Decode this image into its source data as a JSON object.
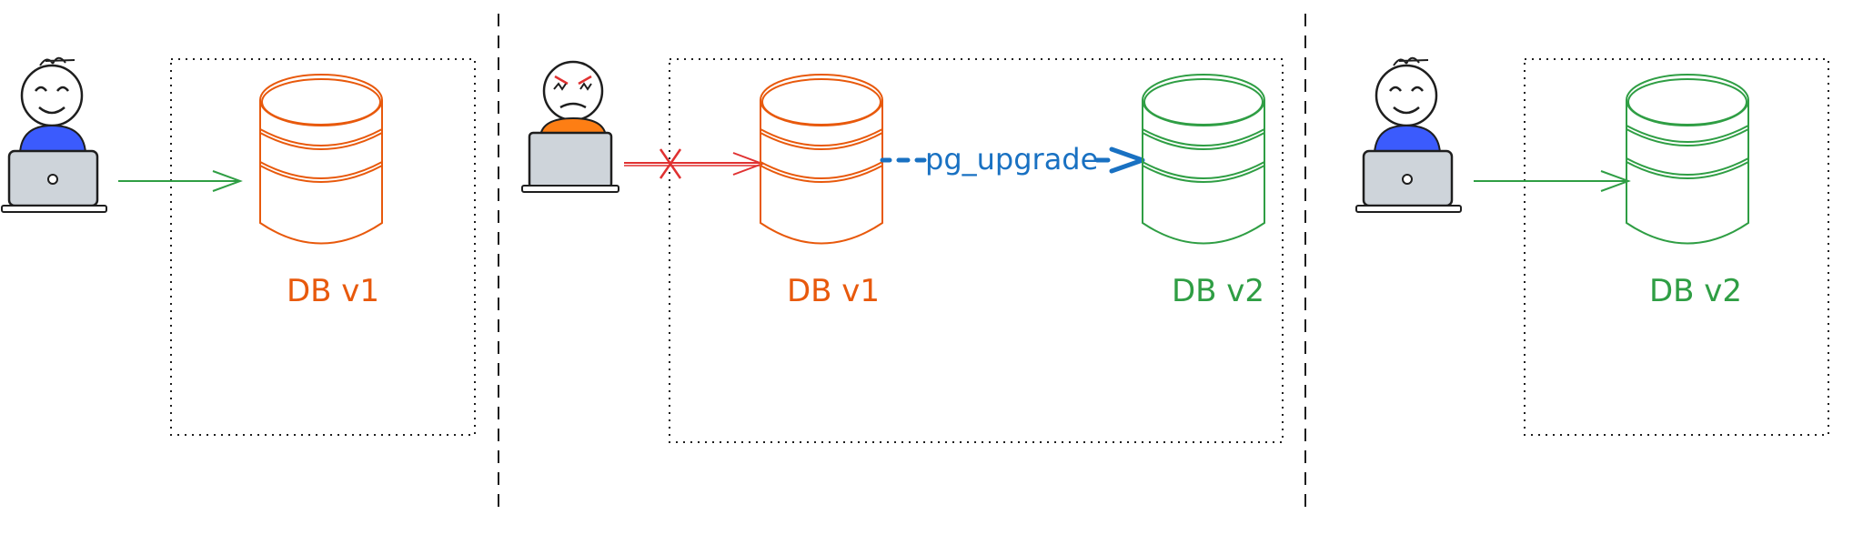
{
  "colors": {
    "v1": "#e8590c",
    "v2": "#2f9e44",
    "blue_person": "#3b5bfd",
    "orange_person": "#fd7e14",
    "upgrade": "#1971c2",
    "blocked": "#e03131",
    "laptop": "#ced4da",
    "ink": "#1e1e1e"
  },
  "panels": [
    {
      "user": "happy",
      "connection": "ok",
      "databases": [
        {
          "label": "DB v1",
          "version": "v1"
        }
      ]
    },
    {
      "user": "angry",
      "connection": "blocked",
      "databases": [
        {
          "label": "DB v1",
          "version": "v1"
        },
        {
          "label": "DB v2",
          "version": "v2"
        }
      ],
      "upgrade_label": "pg_upgrade"
    },
    {
      "user": "happy",
      "connection": "ok",
      "databases": [
        {
          "label": "DB v2",
          "version": "v2"
        }
      ]
    }
  ]
}
